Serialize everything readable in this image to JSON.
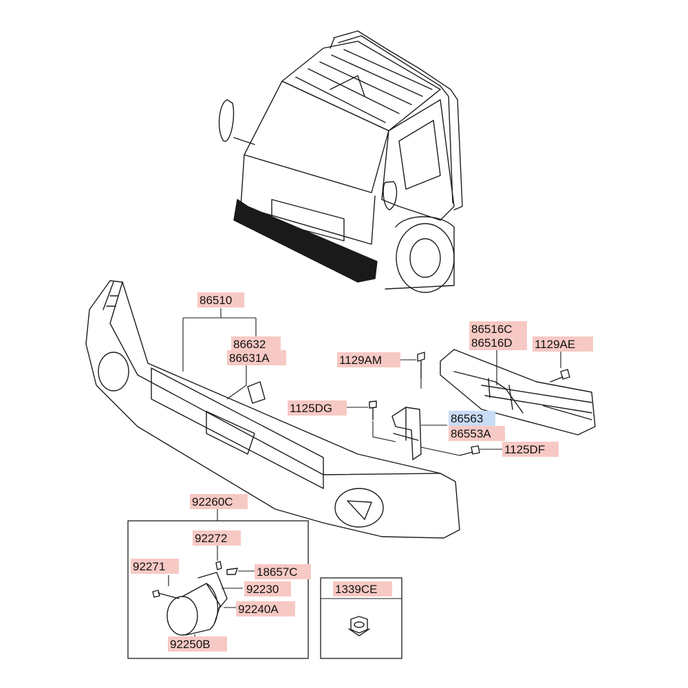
{
  "diagram": {
    "colors": {
      "label_bg": "#f7c9c4",
      "label_highlight_bg": "#c9dcf5",
      "line": "#1a1a1a"
    },
    "callouts": [
      {
        "id": "c86510",
        "text": "86510"
      },
      {
        "id": "c86632",
        "text": "86632"
      },
      {
        "id": "c86631A",
        "text": "86631A"
      },
      {
        "id": "c86516C",
        "text": "86516C"
      },
      {
        "id": "c86516D",
        "text": "86516D"
      },
      {
        "id": "c1129AE",
        "text": "1129AE"
      },
      {
        "id": "c1129AM",
        "text": "1129AM"
      },
      {
        "id": "c1125DG",
        "text": "1125DG"
      },
      {
        "id": "c86563",
        "text": "86563",
        "highlighted": true
      },
      {
        "id": "c86553A",
        "text": "86553A"
      },
      {
        "id": "c1125DF",
        "text": "1125DF"
      },
      {
        "id": "c92260C",
        "text": "92260C"
      },
      {
        "id": "c92272",
        "text": "92272"
      },
      {
        "id": "c92271",
        "text": "92271"
      },
      {
        "id": "c18657C",
        "text": "18657C"
      },
      {
        "id": "c92230",
        "text": "92230"
      },
      {
        "id": "c92240A",
        "text": "92240A"
      },
      {
        "id": "c92250B",
        "text": "92250B"
      },
      {
        "id": "c1339CE",
        "text": "1339CE"
      }
    ]
  }
}
